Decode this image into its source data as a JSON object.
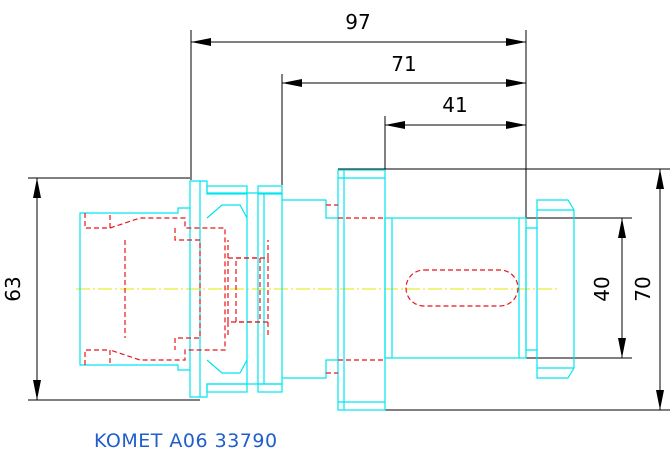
{
  "drawing": {
    "dimensions": {
      "d97": "97",
      "d71": "71",
      "d41": "41",
      "d63": "63",
      "d70": "70",
      "d40": "40"
    },
    "caption": "KOMET A06 33790",
    "colors": {
      "outline": "#00e5ee",
      "hidden": "#e8151b",
      "centerline": "#e6e600",
      "dimension": "#000000",
      "caption": "#1f5ecb"
    }
  }
}
